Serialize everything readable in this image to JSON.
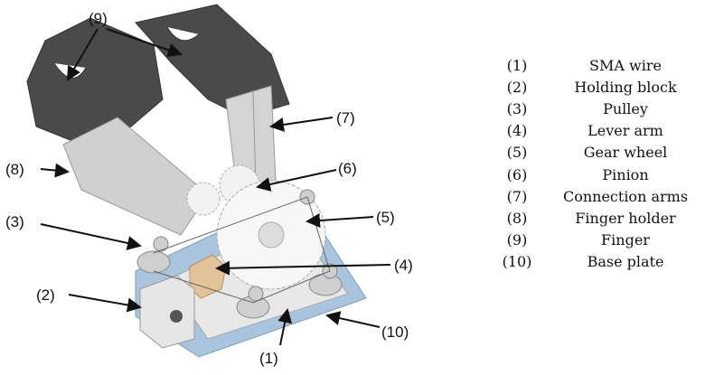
{
  "callouts": [
    "(1)",
    "(2)",
    "(3)",
    "(4)",
    "(5)",
    "(6)",
    "(7)",
    "(8)",
    "(9)",
    "(10)"
  ],
  "legend": [
    {
      "num": "(1)",
      "name": "SMA wire"
    },
    {
      "num": "(2)",
      "name": "Holding block"
    },
    {
      "num": "(3)",
      "name": "Pulley"
    },
    {
      "num": "(4)",
      "name": "Lever arm"
    },
    {
      "num": "(5)",
      "name": "Gear wheel"
    },
    {
      "num": "(6)",
      "name": "Pinion"
    },
    {
      "num": "(7)",
      "name": "Connection arms"
    },
    {
      "num": "(8)",
      "name": "Finger holder"
    },
    {
      "num": "(9)",
      "name": "Finger"
    },
    {
      "num": "(10)",
      "name": "Base plate"
    }
  ]
}
